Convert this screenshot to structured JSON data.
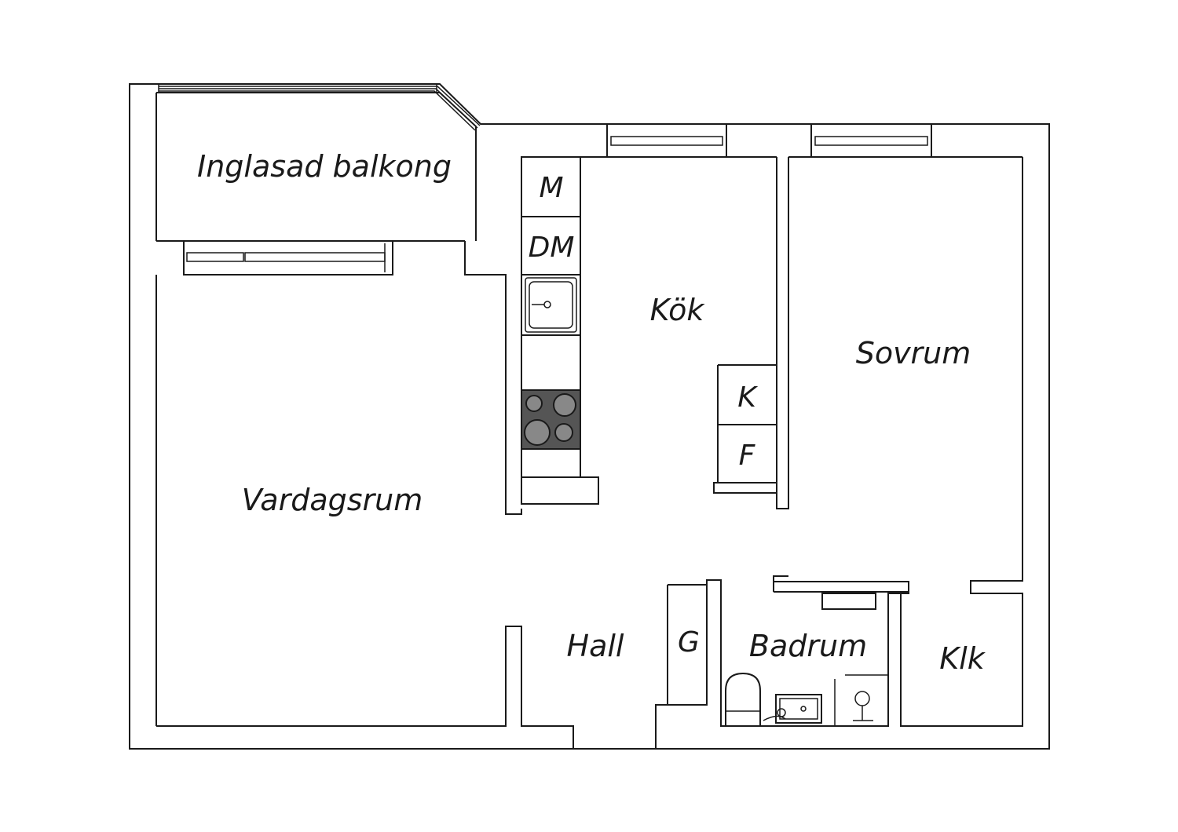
{
  "plan": {
    "rooms": {
      "balcony": "Inglasad balkong",
      "kitchen": "Kök",
      "living_room": "Vardagsrum",
      "bedroom": "Sovrum",
      "hall": "Hall",
      "bathroom": "Badrum",
      "closet": "Klk"
    },
    "appliances": {
      "microwave": "M",
      "dishwasher": "DM",
      "fridge": "K",
      "freezer": "F",
      "wardrobe": "G"
    }
  },
  "colors": {
    "line": "#1a1a1a",
    "stove": "#555555",
    "background": "#ffffff"
  }
}
